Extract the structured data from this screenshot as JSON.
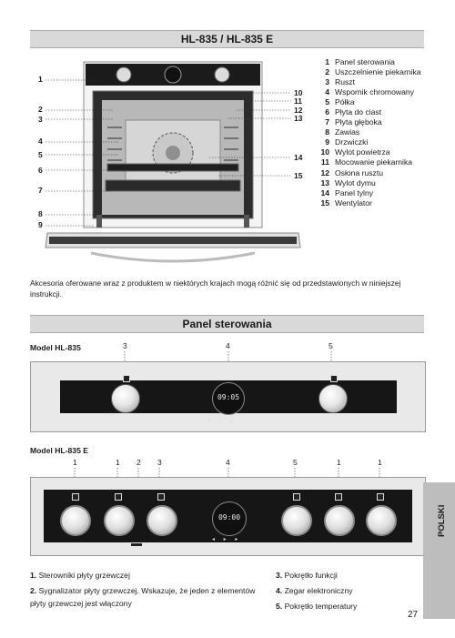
{
  "section1": {
    "title": "HL-835 / HL-835 E"
  },
  "legend": [
    {
      "n": "1",
      "text": "Panel sterowania"
    },
    {
      "n": "2",
      "text": "Uszczelnienie piekarnika"
    },
    {
      "n": "3",
      "text": "Ruszt"
    },
    {
      "n": "4",
      "text": "Wspornik chromowany"
    },
    {
      "n": "5",
      "text": "Półka"
    },
    {
      "n": "6",
      "text": "Płyta do ciast"
    },
    {
      "n": "7",
      "text": "Płyta głęboka"
    },
    {
      "n": "8",
      "text": "Zawias"
    },
    {
      "n": "9",
      "text": "Drzwiczki"
    },
    {
      "n": "10",
      "text": "Wylot powietrza"
    },
    {
      "n": "11",
      "text": "Mocowanie piekarnika"
    },
    {
      "n": "12",
      "text": "Osłona rusztu"
    },
    {
      "n": "13",
      "text": "Wylot dymu"
    },
    {
      "n": "14",
      "text": "Panel tylny"
    },
    {
      "n": "15",
      "text": "Wentylator"
    }
  ],
  "callouts_left": [
    "1",
    "2",
    "3",
    "4",
    "5",
    "6",
    "7",
    "8",
    "9"
  ],
  "callouts_right": [
    "10",
    "11",
    "12",
    "13",
    "14",
    "15"
  ],
  "note": "Akcesoria oferowane wraz z produktem w niektórych krajach mogą różnić się od przedstawionych w niniejszej instrukcji.",
  "section2": {
    "title": "Panel sterowania"
  },
  "model1": {
    "label": "Model HL-835",
    "nums": [
      "3",
      "4",
      "5"
    ],
    "clock": "09:05"
  },
  "model2": {
    "label": "Model HL-835 E",
    "nums": [
      "1",
      "1",
      "2",
      "3",
      "4",
      "5",
      "1",
      "1"
    ],
    "clock": "09:00"
  },
  "side_tab": "POLSKI",
  "footnotes_left": [
    {
      "num": "1.",
      "text": "Sterowniki płyty grzewczej"
    },
    {
      "num": "2.",
      "text": "Sygnalizator płyty grzewczej. Wskazuje, że jeden z elementów płyty grzewczej jest włączony"
    }
  ],
  "footnotes_right": [
    {
      "num": "3.",
      "text": "Pokrętło funkcji"
    },
    {
      "num": "4.",
      "text": "Zegar elektroniczny"
    },
    {
      "num": "5.",
      "text": "Pokrętło temperatury"
    }
  ],
  "page_number": "27"
}
